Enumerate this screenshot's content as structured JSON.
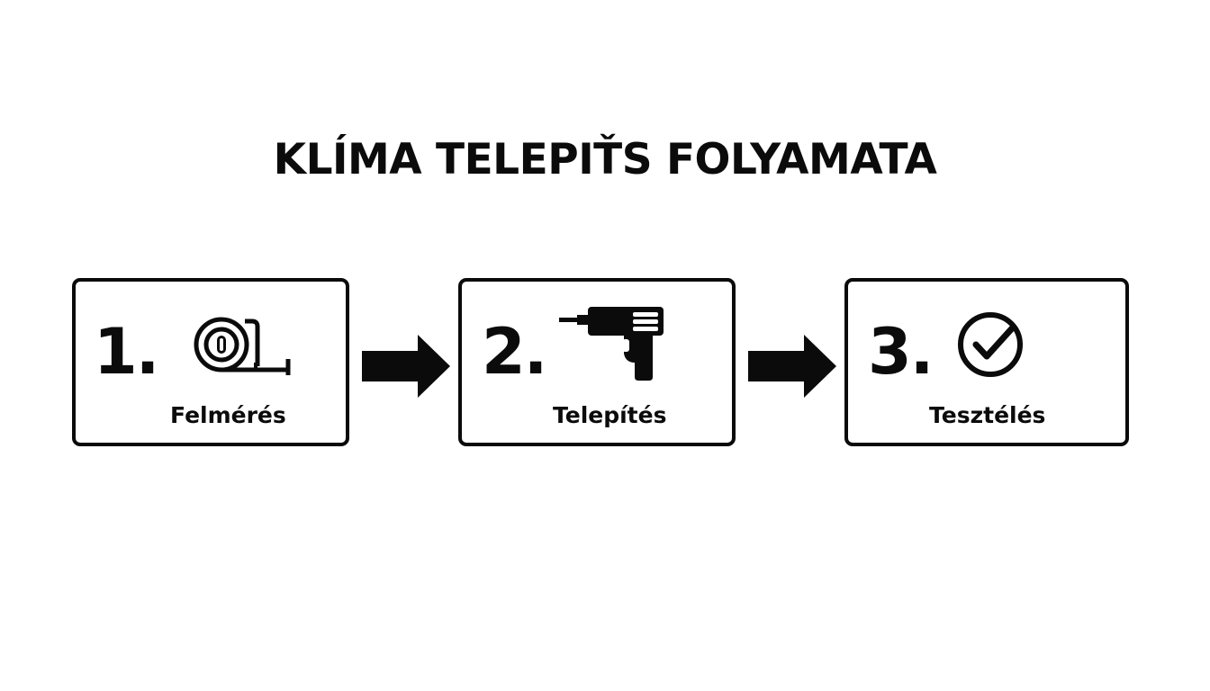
{
  "title": "KLÍMA TELEPIŤS FOLYAMATA",
  "steps": [
    {
      "number": "1.",
      "label": "Felmérés",
      "icon": "measuring-tape-icon"
    },
    {
      "number": "2.",
      "label": "Telepítés",
      "icon": "drill-icon"
    },
    {
      "number": "3.",
      "label": "Tesztélés",
      "icon": "check-circle-icon"
    }
  ],
  "connector": "right-arrow-icon",
  "colors": {
    "ink": "#0b0b0b",
    "background": "#ffffff"
  }
}
